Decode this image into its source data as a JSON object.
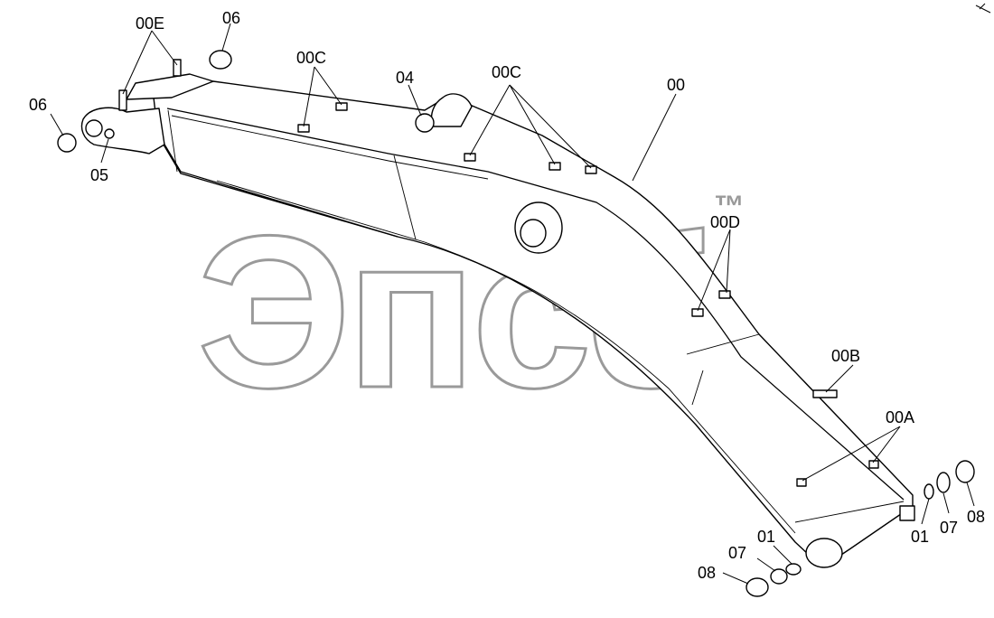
{
  "watermark": {
    "text": "Эпсб",
    "trademark": "™"
  },
  "labels": {
    "l00E": "00E",
    "l06_top": "06",
    "l06_left": "06",
    "l05": "05",
    "l00C_a": "00C",
    "l04": "04",
    "l00C_b": "00C",
    "l00": "00",
    "l00D": "00D",
    "l00B": "00B",
    "l00A": "00A",
    "l01_right": "01",
    "l07_right": "07",
    "l08_right": "08",
    "l01_bottom": "01",
    "l07_bottom": "07",
    "l08_bottom": "08"
  }
}
